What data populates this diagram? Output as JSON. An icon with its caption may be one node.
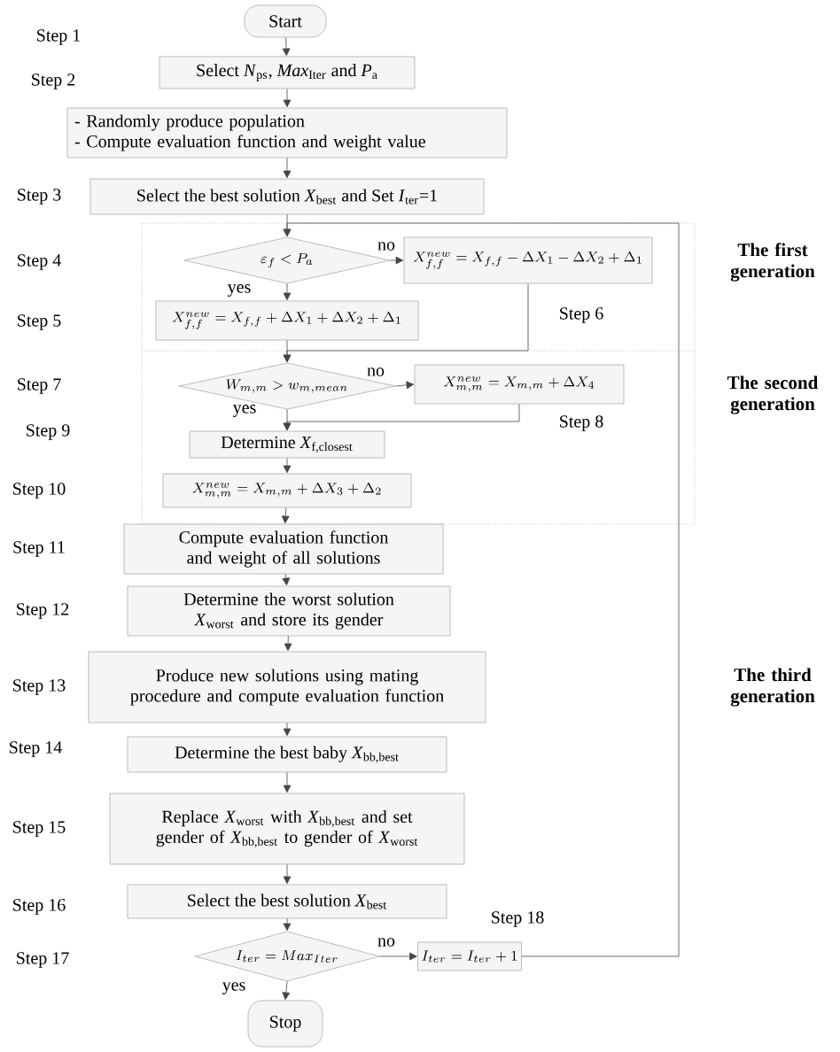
{
  "diagram": {
    "nodes": [
      {
        "text": [
          "Start"
        ]
      },
      {
        "text": [
          "Select *N*$_{ps}$, *Max*$_{Iter}$ and *P*$_{a}$"
        ]
      },
      {
        "text": [
          "- Randomly produce population",
          "- Compute evaluation function and weight value"
        ]
      },
      {
        "text": [
          "Select the best solution *X*$_{best}$ and Set *I*$_{ter}$=1"
        ]
      },
      {
        "text": [
          "\\varepsilon_f < P_a"
        ]
      },
      {
        "text": [
          "X_{f,f}^{new} = X_{f,f} - \\Delta X_1 - \\Delta X_2 + \\Delta_1"
        ]
      },
      {
        "text": [
          "X_{f,f}^{new} = X_{f,f} + \\Delta X_1 + \\Delta X_2 + \\Delta_1"
        ]
      },
      {
        "text": [
          "W_{m,m} > w_{m,mean}"
        ]
      },
      {
        "text": [
          "X_{m,m}^{new} = X_{m,m} + \\Delta X_4"
        ]
      },
      {
        "text": [
          "Determine *X*$_{f,closest}$"
        ]
      },
      {
        "text": [
          "X_{m,m}^{new} = X_{m,m} + \\Delta X_3 + \\Delta_2"
        ]
      },
      {
        "text": [
          "Compute evaluation function and weight of all solutions"
        ]
      },
      {
        "text": [
          "Determine the worst solution *X*$_{worst}$ and store its gender"
        ]
      },
      {
        "text": [
          "Produce new solutions using mating procedure and compute evaluation function"
        ]
      },
      {
        "text": [
          "Determine the best baby *X*$_{bb,best}$"
        ]
      },
      {
        "text": [
          "Replace *X*$_{worst}$ with *X*$_{bb,best}$ and set gender of *X*$_{bb,best}$ to gender of *X*$_{worst}$"
        ]
      },
      {
        "text": [
          "Select the best solution *X*$_{best}$"
        ]
      },
      {
        "text": [
          "I_{ter}=Max_{Iter}"
        ]
      },
      {
        "text": [
          "I_{ter}=I_{ter}+1"
        ]
      },
      {
        "text": [
          "Stop"
        ]
      }
    ],
    "edges": [
      {
        "from": 0,
        "to": 1,
        "arrow": "to"
      },
      {
        "from": 1,
        "to": 2,
        "arrow": "to"
      },
      {
        "from": 2,
        "to": 3,
        "arrow": "to"
      },
      {
        "from": 3,
        "to": 4,
        "arrow": "to"
      },
      {
        "from": 4,
        "to": 5,
        "arrow": "to",
        "label": "no"
      },
      {
        "from": 4,
        "to": 6,
        "arrow": "to",
        "label": "yes"
      },
      {
        "from": 5,
        "to": 7,
        "arrow": "to"
      },
      {
        "from": 6,
        "to": 7,
        "arrow": "to"
      },
      {
        "from": 7,
        "to": 8,
        "arrow": "to",
        "label": "no"
      },
      {
        "from": 7,
        "to": 9,
        "arrow": "to",
        "label": "yes"
      },
      {
        "from": 8,
        "to": 9,
        "arrow": "to"
      },
      {
        "from": 9,
        "to": 10,
        "arrow": "to"
      },
      {
        "from": 10,
        "to": 11,
        "arrow": "to"
      },
      {
        "from": 11,
        "to": 12,
        "arrow": "to"
      },
      {
        "from": 12,
        "to": 13,
        "arrow": "to"
      },
      {
        "from": 13,
        "to": 14,
        "arrow": "to"
      },
      {
        "from": 14,
        "to": 15,
        "arrow": "to"
      },
      {
        "from": 15,
        "to": 16,
        "arrow": "to"
      },
      {
        "from": 16,
        "to": 17,
        "arrow": "to"
      },
      {
        "from": 17,
        "to": 18,
        "arrow": "to",
        "label": "no"
      },
      {
        "from": 17,
        "to": 19,
        "arrow": "to",
        "label": "yes"
      },
      {
        "from": 18,
        "to": 4,
        "arrow": "to"
      }
    ],
    "labels": [
      "Step 1",
      "Step 2",
      "Step 3",
      "Step 4",
      "The first generation",
      "Step 5",
      "Step 6",
      "Step 7",
      "The second generation",
      "Step 8",
      "Step 9",
      "Step 10",
      "Step 11",
      "Step 12",
      "Step 13",
      "The third generation",
      "Step 14",
      "Step 15",
      "Step 16",
      "Step 18",
      "Step 17"
    ]
  }
}
